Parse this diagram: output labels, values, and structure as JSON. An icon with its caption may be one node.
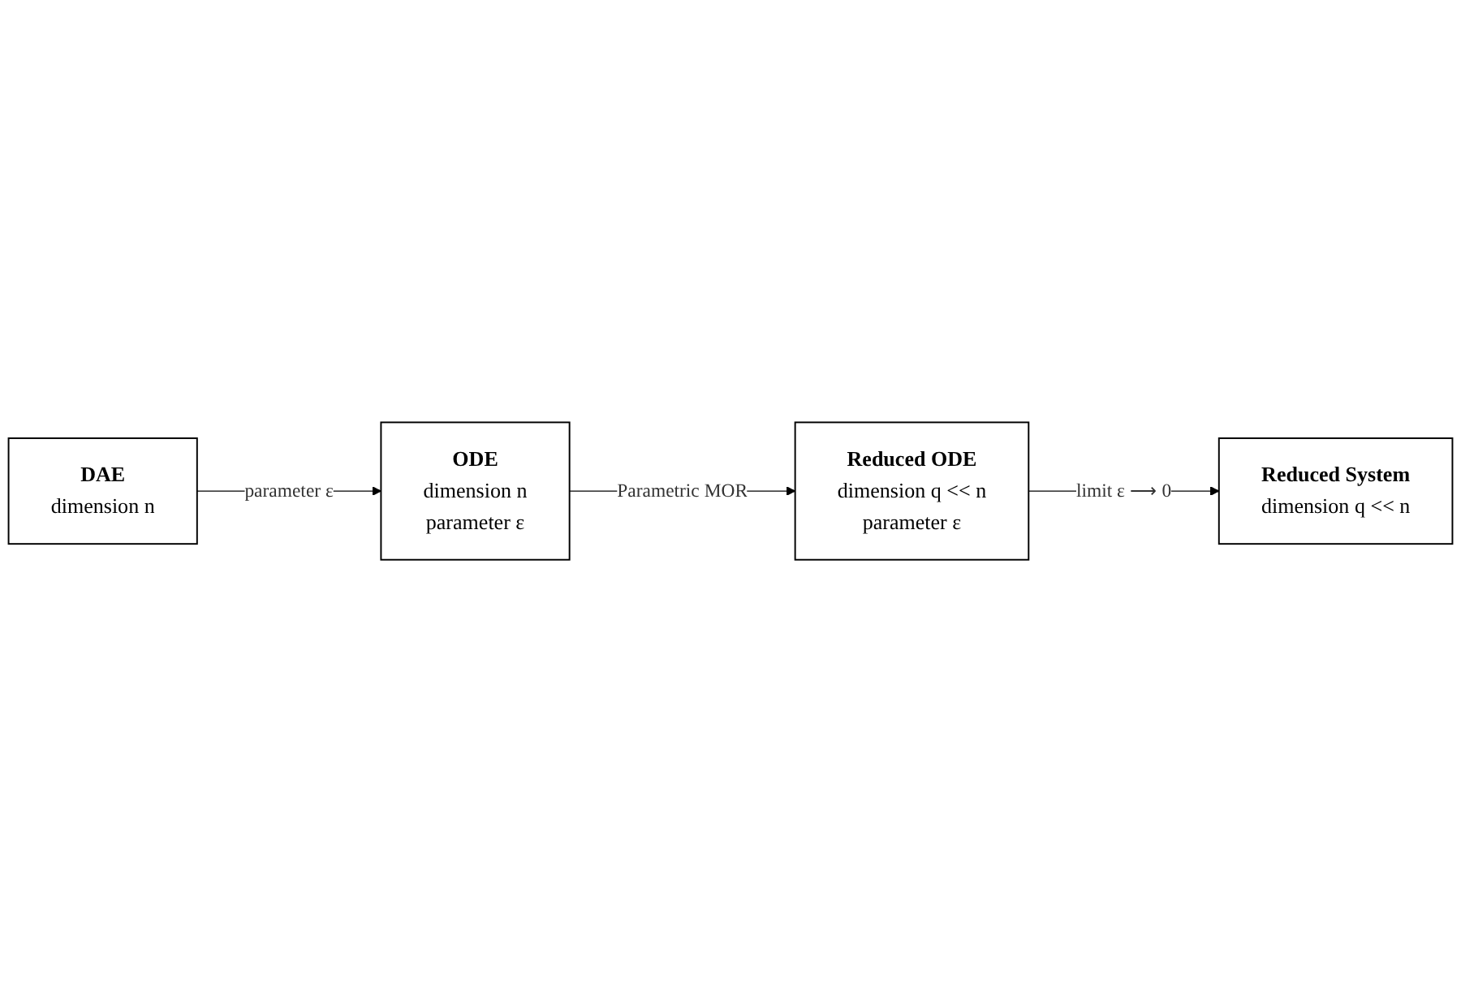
{
  "diagram": {
    "nodes": [
      {
        "text": [
          "DAE",
          "dimension n"
        ]
      },
      {
        "text": [
          "ODE",
          "dimension n",
          "parameter ε"
        ]
      },
      {
        "text": [
          "Reduced ODE",
          "dimension q << n",
          "parameter ε"
        ]
      },
      {
        "text": [
          "Reduced System",
          "dimension q << n"
        ]
      }
    ],
    "edges": [
      {
        "from": 0,
        "to": 1,
        "arrow": "to",
        "label": "parameter ε"
      },
      {
        "from": 1,
        "to": 2,
        "arrow": "to",
        "label": "Parametric MOR"
      },
      {
        "from": 2,
        "to": 3,
        "arrow": "to",
        "label": "limit ε ⟶ 0"
      }
    ]
  }
}
